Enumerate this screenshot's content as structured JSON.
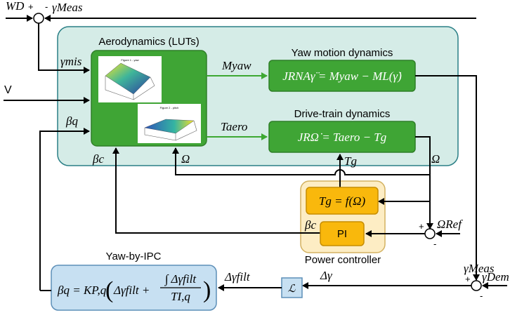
{
  "inputs": {
    "wind_direction": "WD",
    "gamma_meas_top": "γMeas",
    "gamma_mis": "γmis",
    "wind_speed": "V",
    "beta_q": "βq",
    "beta_c": "βc",
    "omega_aero": "Ω",
    "omega_right": "Ω",
    "tg_feedback": "Tg",
    "omega_ref": "ΩRef",
    "gamma_meas_bottom": "γMeas",
    "gamma_dem": "γDem",
    "delta_gamma": "Δγ",
    "delta_gamma_filt": "Δγfilt",
    "beta_c_pi": "βc"
  },
  "blocks": {
    "aero_title": "Aerodynamics (LUTs)",
    "plot1_title": "Figure 1 - yaw",
    "plot2_title": "Figure 2 - pitch",
    "m_yaw": "Myaw",
    "t_aero": "Taero",
    "yaw_dyn_title": "Yaw motion dynamics",
    "yaw_dyn_eq": "JRNAγ̈ = Myaw − ML(γ̇)",
    "drive_title": "Drive-train dynamics",
    "drive_eq": "JRΩ̇ = Taero − Tg",
    "tg_eq": "Tg = f(Ω)",
    "pi_label": "PI",
    "power_title": "Power controller",
    "ipc_title": "Yaw-by-IPC",
    "ipc_eq_lhs": "βq = KP,q",
    "ipc_eq_term": "Δγfilt +",
    "ipc_eq_num": "∫ Δγfilt",
    "ipc_eq_den": "TI,q",
    "filter_label": "ℒ"
  },
  "signs": {
    "top_plus": "+",
    "top_minus": "-",
    "omega_plus": "+",
    "omega_minus": "-",
    "yaw_plus": "+",
    "yaw_minus": "-"
  },
  "colors": {
    "green_block": "#3fa535",
    "green_border": "#2f7f28",
    "aero_region": "#d5ece7",
    "power_region": "#fdedc4",
    "orange_block": "#f9b80c",
    "ipc_block": "#c7e0f2",
    "signal_green": "#3da832"
  }
}
